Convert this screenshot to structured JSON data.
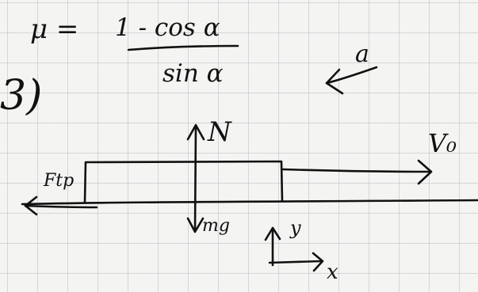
{
  "sheet": {
    "problem_number": "3)",
    "formula_lhs": "μ =",
    "formula_numerator": "1 - cos α",
    "formula_denominator": "sin α",
    "acceleration_label": "a"
  },
  "diagram": {
    "friction_label": "Ftp",
    "normal_label": "N",
    "weight_label": "mg",
    "velocity_label": "V₀",
    "axis_y_label": "y",
    "axis_x_label": "x"
  }
}
